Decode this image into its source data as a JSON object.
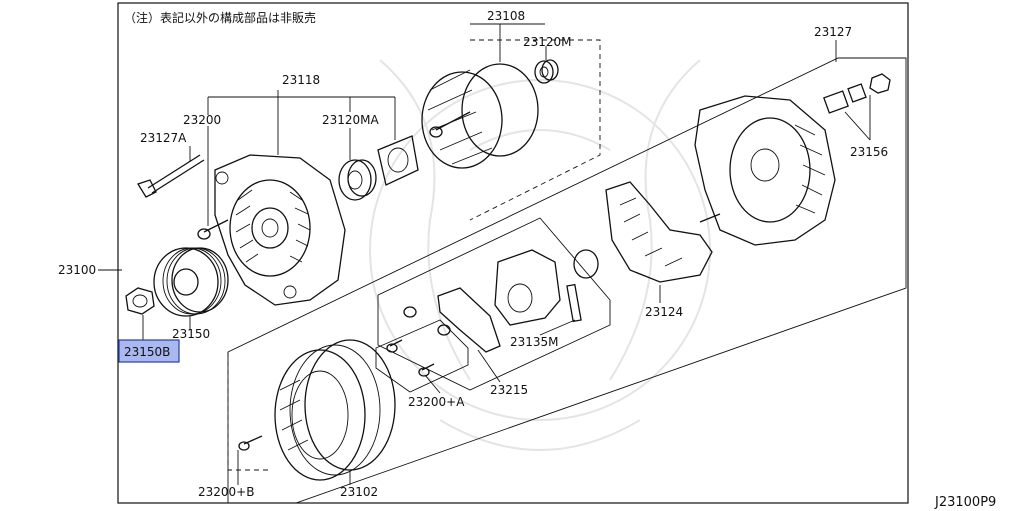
{
  "diagram": {
    "note": "（注）表記以外の構成部品は非販売",
    "code": "J23100P9",
    "highlight_color": "#a9b8f0",
    "labels": {
      "p23100": "23100",
      "p23108": "23108",
      "p23120M": "23120M",
      "p23118": "23118",
      "p23200": "23200",
      "p23120MA": "23120MA",
      "p23127": "23127",
      "p23127A": "23127A",
      "p23156": "23156",
      "p23150": "23150",
      "p23150B": "23150B",
      "p23124": "23124",
      "p23135M": "23135M",
      "p23215": "23215",
      "p23200A": "23200+A",
      "p23200B": "23200+B",
      "p23102": "23102"
    }
  }
}
